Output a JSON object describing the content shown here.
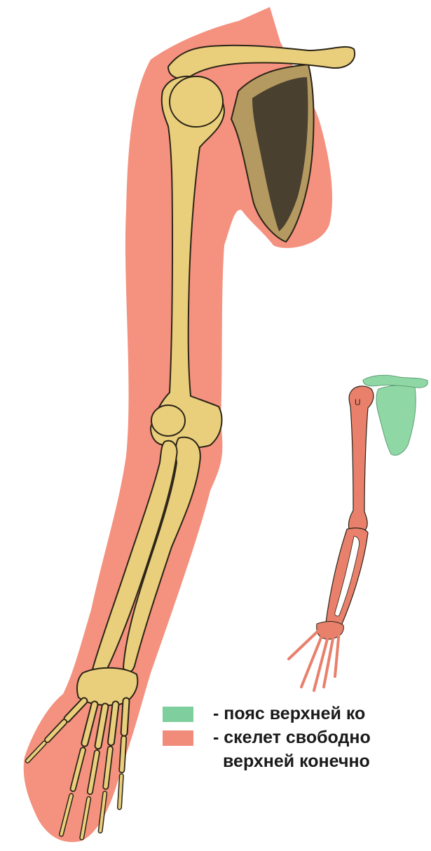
{
  "colors": {
    "girdle": "#7fcf9e",
    "free_limb": "#f08c79",
    "arm_silhouette": "#f4917f",
    "bone_fill": "#e9cf7c",
    "bone_shade": "#9c7f3a",
    "bone_outline": "#2b2417",
    "scapula_dark": "#4a4030",
    "small_girdle": "#8fd8a6",
    "small_limb": "#e8806c"
  },
  "icons": [
    "arm-skeleton-illustration",
    "small-arm-schema"
  ],
  "legend": {
    "items": [
      {
        "name": "girdle",
        "text": "- пояс верхней ко"
      },
      {
        "name": "free-limb",
        "text": "- скелет свободно",
        "text_cont": "верхней конечно"
      }
    ]
  }
}
